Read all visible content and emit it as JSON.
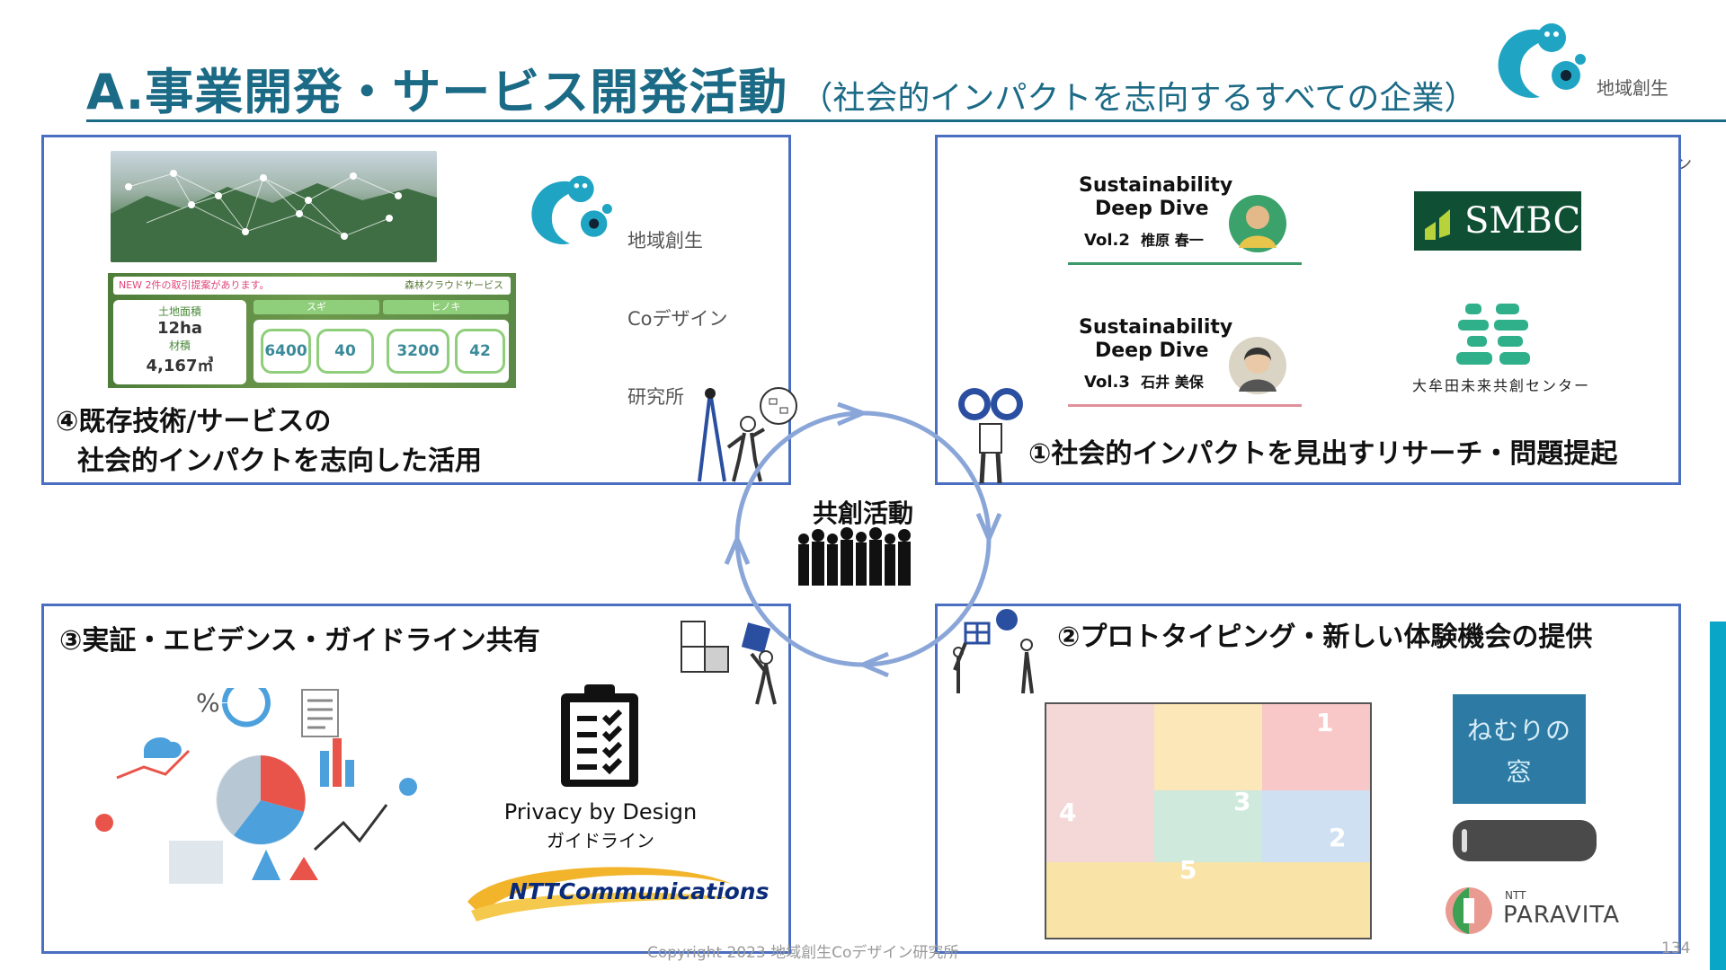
{
  "header": {
    "title": "A.事業開発・サービス開発活動",
    "subtitle": "（社会的インパクトを志向するすべての企業）"
  },
  "org_logo": {
    "line1": "地域創生",
    "line2": "Coデザイン",
    "line3": "研究所"
  },
  "center": {
    "label": "共創活動"
  },
  "panels": {
    "top_left": {
      "caption_line1": "④既存技術/サービスの",
      "caption_line2": "社会的インパクトを志向した活用",
      "dashboard": {
        "banner": "NEW 2件の取引提案があります。",
        "banner_right": "森林クラウドサービス",
        "label_area": "土地面積",
        "value_area": "12ha",
        "label_volume": "材積",
        "value_volume": "4,167㎥",
        "col1": "スギ",
        "col2": "ヒノキ",
        "values": [
          "6400",
          "40",
          "3200",
          "42"
        ]
      }
    },
    "top_right": {
      "caption": "①社会的インパクトを見出すリサーチ・問題提起",
      "magazine1": {
        "series": "Sustainability",
        "series2": "Deep Dive",
        "vol": "Vol.2",
        "person": "椎原 春一"
      },
      "magazine2": {
        "series": "Sustainability",
        "series2": "Deep Dive",
        "vol": "Vol.3",
        "person": "石井 美保"
      },
      "smbc": "SMBC",
      "omuta": "大牟田未来共創センター"
    },
    "bottom_left": {
      "caption": "③実証・エビデンス・ガイドライン共有",
      "privacy_line1": "Privacy by Design",
      "privacy_line2": "ガイドライン",
      "ntt": "NTTCommunications"
    },
    "bottom_right": {
      "caption": "②プロトタイピング・新しい体験機会の提供",
      "nemuri": "ねむりの窓",
      "paravita_small": "NTT",
      "paravita": "PARAVITA",
      "brochure_numbers": [
        "1",
        "2",
        "3",
        "4",
        "5"
      ]
    }
  },
  "footer": {
    "copyright": "Copyright 2023 地域創生Coデザイン研究所",
    "page": "134"
  },
  "colors": {
    "accent": "#1b6a86",
    "panel_border": "#4a6fc0",
    "cycle": "#8aa6d8",
    "brand_teal": "#1fa5c3"
  }
}
